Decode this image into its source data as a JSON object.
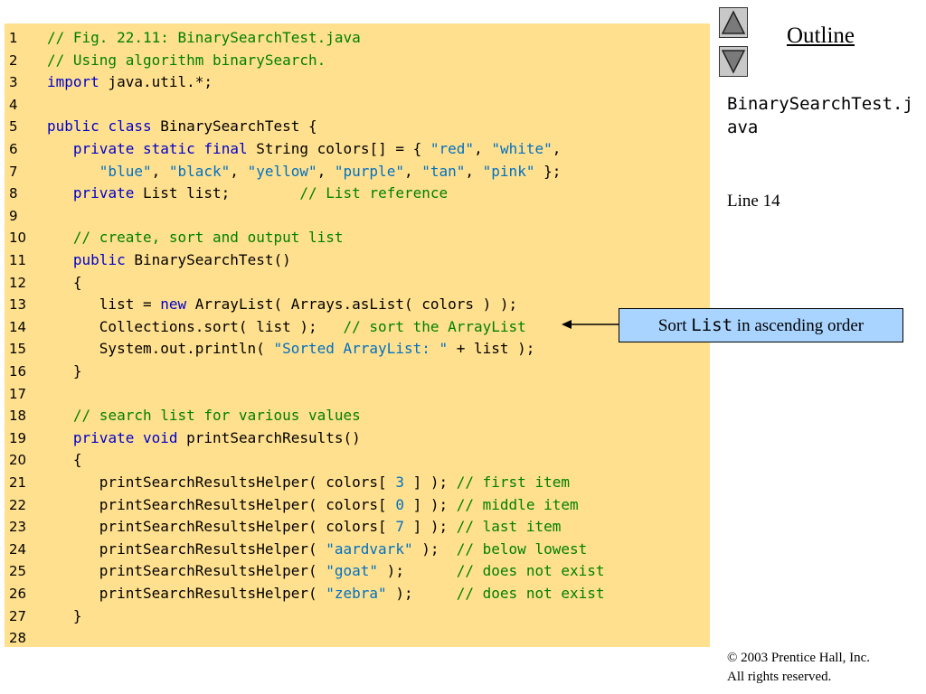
{
  "code": {
    "lines": [
      {
        "n": "1",
        "tokens": [
          {
            "t": "// Fig. 22.11: BinarySearchTest.java",
            "c": "cm"
          }
        ]
      },
      {
        "n": "2",
        "tokens": [
          {
            "t": "// Using algorithm binarySearch.",
            "c": "cm"
          }
        ]
      },
      {
        "n": "3",
        "tokens": [
          {
            "t": "import",
            "c": "kw"
          },
          {
            "t": " java.util.*;",
            "c": ""
          }
        ]
      },
      {
        "n": "4",
        "tokens": []
      },
      {
        "n": "5",
        "tokens": [
          {
            "t": "public",
            "c": "kw"
          },
          {
            "t": " ",
            "c": ""
          },
          {
            "t": "class",
            "c": "kw"
          },
          {
            "t": " BinarySearchTest {",
            "c": ""
          }
        ]
      },
      {
        "n": "6",
        "tokens": [
          {
            "t": "   ",
            "c": ""
          },
          {
            "t": "private",
            "c": "kw"
          },
          {
            "t": " ",
            "c": ""
          },
          {
            "t": "static",
            "c": "kw"
          },
          {
            "t": " ",
            "c": ""
          },
          {
            "t": "final",
            "c": "kw"
          },
          {
            "t": " String colors[] = { ",
            "c": ""
          },
          {
            "t": "\"red\"",
            "c": "st"
          },
          {
            "t": ", ",
            "c": ""
          },
          {
            "t": "\"white\"",
            "c": "st"
          },
          {
            "t": ",",
            "c": ""
          }
        ]
      },
      {
        "n": "7",
        "tokens": [
          {
            "t": "      ",
            "c": ""
          },
          {
            "t": "\"blue\"",
            "c": "st"
          },
          {
            "t": ", ",
            "c": ""
          },
          {
            "t": "\"black\"",
            "c": "st"
          },
          {
            "t": ", ",
            "c": ""
          },
          {
            "t": "\"yellow\"",
            "c": "st"
          },
          {
            "t": ", ",
            "c": ""
          },
          {
            "t": "\"purple\"",
            "c": "st"
          },
          {
            "t": ", ",
            "c": ""
          },
          {
            "t": "\"tan\"",
            "c": "st"
          },
          {
            "t": ", ",
            "c": ""
          },
          {
            "t": "\"pink\"",
            "c": "st"
          },
          {
            "t": " };",
            "c": ""
          }
        ]
      },
      {
        "n": "8",
        "tokens": [
          {
            "t": "   ",
            "c": ""
          },
          {
            "t": "private",
            "c": "kw"
          },
          {
            "t": " List list;        ",
            "c": ""
          },
          {
            "t": "// List reference",
            "c": "cm"
          }
        ]
      },
      {
        "n": "9",
        "tokens": []
      },
      {
        "n": "10",
        "tokens": [
          {
            "t": "   ",
            "c": ""
          },
          {
            "t": "// create, sort and output list",
            "c": "cm"
          }
        ]
      },
      {
        "n": "11",
        "tokens": [
          {
            "t": "   ",
            "c": ""
          },
          {
            "t": "public",
            "c": "kw"
          },
          {
            "t": " BinarySearchTest()",
            "c": ""
          }
        ]
      },
      {
        "n": "12",
        "tokens": [
          {
            "t": "   {",
            "c": ""
          }
        ]
      },
      {
        "n": "13",
        "tokens": [
          {
            "t": "      list = ",
            "c": ""
          },
          {
            "t": "new",
            "c": "kw"
          },
          {
            "t": " ArrayList( Arrays.asList( colors ) );",
            "c": ""
          }
        ]
      },
      {
        "n": "14",
        "tokens": [
          {
            "t": "      Collections.sort( list );   ",
            "c": ""
          },
          {
            "t": "// sort the ArrayList",
            "c": "cm"
          }
        ]
      },
      {
        "n": "15",
        "tokens": [
          {
            "t": "      System.out.println( ",
            "c": ""
          },
          {
            "t": "\"Sorted ArrayList: \"",
            "c": "st"
          },
          {
            "t": " + list );",
            "c": ""
          }
        ]
      },
      {
        "n": "16",
        "tokens": [
          {
            "t": "   }",
            "c": ""
          }
        ]
      },
      {
        "n": "17",
        "tokens": []
      },
      {
        "n": "18",
        "tokens": [
          {
            "t": "   ",
            "c": ""
          },
          {
            "t": "// search list for various values",
            "c": "cm"
          }
        ]
      },
      {
        "n": "19",
        "tokens": [
          {
            "t": "   ",
            "c": ""
          },
          {
            "t": "private",
            "c": "kw"
          },
          {
            "t": " ",
            "c": ""
          },
          {
            "t": "void",
            "c": "kw"
          },
          {
            "t": " printSearchResults()",
            "c": ""
          }
        ]
      },
      {
        "n": "20",
        "tokens": [
          {
            "t": "   {",
            "c": ""
          }
        ]
      },
      {
        "n": "21",
        "tokens": [
          {
            "t": "      printSearchResultsHelper( colors[ ",
            "c": ""
          },
          {
            "t": "3",
            "c": "nm"
          },
          {
            "t": " ] ); ",
            "c": ""
          },
          {
            "t": "// first item",
            "c": "cm"
          }
        ]
      },
      {
        "n": "22",
        "tokens": [
          {
            "t": "      printSearchResultsHelper( colors[ ",
            "c": ""
          },
          {
            "t": "0",
            "c": "nm"
          },
          {
            "t": " ] ); ",
            "c": ""
          },
          {
            "t": "// middle item",
            "c": "cm"
          }
        ]
      },
      {
        "n": "23",
        "tokens": [
          {
            "t": "      printSearchResultsHelper( colors[ ",
            "c": ""
          },
          {
            "t": "7",
            "c": "nm"
          },
          {
            "t": " ] ); ",
            "c": ""
          },
          {
            "t": "// last item",
            "c": "cm"
          }
        ]
      },
      {
        "n": "24",
        "tokens": [
          {
            "t": "      printSearchResultsHelper( ",
            "c": ""
          },
          {
            "t": "\"aardvark\"",
            "c": "st"
          },
          {
            "t": " );  ",
            "c": ""
          },
          {
            "t": "// below lowest",
            "c": "cm"
          }
        ]
      },
      {
        "n": "25",
        "tokens": [
          {
            "t": "      printSearchResultsHelper( ",
            "c": ""
          },
          {
            "t": "\"goat\"",
            "c": "st"
          },
          {
            "t": " );      ",
            "c": ""
          },
          {
            "t": "// does not exist",
            "c": "cm"
          }
        ]
      },
      {
        "n": "26",
        "tokens": [
          {
            "t": "      printSearchResultsHelper( ",
            "c": ""
          },
          {
            "t": "\"zebra\"",
            "c": "st"
          },
          {
            "t": " );     ",
            "c": ""
          },
          {
            "t": "// does not exist",
            "c": "cm"
          }
        ]
      },
      {
        "n": "27",
        "tokens": [
          {
            "t": "   }",
            "c": ""
          }
        ]
      },
      {
        "n": "28",
        "tokens": []
      }
    ]
  },
  "nav": {
    "up_icon": "triangle-up-icon",
    "down_icon": "triangle-down-icon"
  },
  "sidebar": {
    "outline_label": "Outline",
    "file_name": "BinarySearchTest.java",
    "line_ref": "Line 14"
  },
  "callout": {
    "before": "Sort ",
    "code": "List",
    "after": " in ascending order",
    "color": "#a9d4ff"
  },
  "footer": {
    "copyright_symbol": "©",
    "copyright_line1": " 2003 Prentice Hall, Inc.",
    "copyright_line2": "All rights reserved."
  },
  "colors": {
    "code_background": "#ffe08f",
    "keyword": "#0000cc",
    "comment": "#008000",
    "string": "#0070c0"
  }
}
